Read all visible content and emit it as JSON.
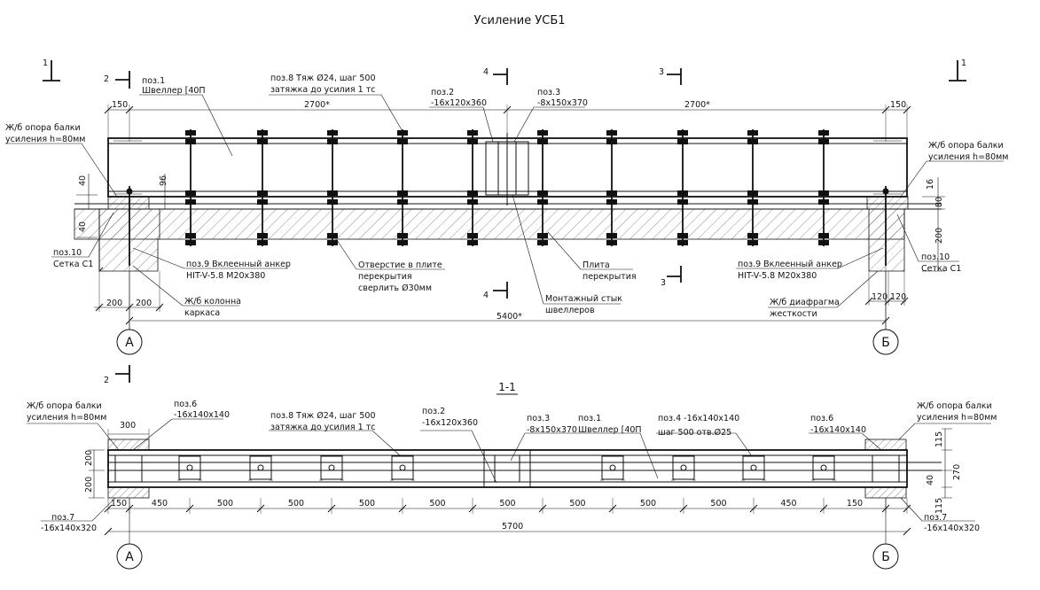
{
  "title": "Усиление УСБ1",
  "elevation": {
    "section_mark_1_left": "1",
    "section_mark_1_right": "1",
    "section_mark_2_top": "2",
    "section_mark_2_bottom": "2",
    "section_mark_3_top": "3",
    "section_mark_3_bottom": "3",
    "section_mark_4_top": "4",
    "section_mark_4_bottom": "4",
    "labels": {
      "pos1_a": "поз.1",
      "pos1_b": "Швеллер [40П",
      "pos8_a": "поз.8 Тяж Ø24, шаг 500",
      "pos8_b": "затяжка до усилия 1 тс",
      "pos2_a": "поз.2",
      "pos2_b": "-16х120х360",
      "pos3_a": "поз.3",
      "pos3_b": "-8х150х370",
      "support_left_a": "Ж/б опора балки",
      "support_left_b": "усиления h=80мм",
      "support_right_a": "Ж/б опора балки",
      "support_right_b": "усиления h=80мм",
      "pos10_left_a": "поз.10",
      "pos10_left_b": "Сетка С1",
      "pos10_right_a": "поз.10",
      "pos10_right_b": "Сетка С1",
      "pos9_left_a": "поз.9 Вклеенный анкер",
      "pos9_left_b": "HIT-V-5.8 M20х380",
      "pos9_right_a": "поз.9 Вклеенный анкер",
      "pos9_right_b": "HIT-V-5.8 M20х380",
      "hole_a": "Отверстие в плите",
      "hole_b": "перекрытия",
      "hole_c": "сверлить Ø30мм",
      "slab_a": "Плита",
      "slab_b": "перекрытия",
      "joint_a": "Монтажный стык",
      "joint_b": "швеллеров",
      "column_a": "Ж/б колонна",
      "column_b": "каркаса",
      "diaphragm_a": "Ж/б диафрагма",
      "diaphragm_b": "жесткости"
    },
    "dims": {
      "d150_left": "150",
      "d2700_left": "2700*",
      "d2700_right": "2700*",
      "d150_right": "150",
      "d40_a": "40",
      "d40_b": "40",
      "d96": "96",
      "d16": "16",
      "d80": "80",
      "d200_right": "200",
      "d200_a": "200",
      "d200_b": "200",
      "d120_a": "120",
      "d120_b": "120",
      "d5400": "5400*"
    },
    "axis_a": "А",
    "axis_b": "Б"
  },
  "section": {
    "title": "1-1",
    "labels": {
      "support_left_a": "Ж/б опора балки",
      "support_left_b": "усиления h=80мм",
      "support_right_a": "Ж/б опора балки",
      "support_right_b": "усиления h=80мм",
      "pos6_left_a": "поз.6",
      "pos6_left_b": "-16х140х140",
      "pos6_right_a": "поз.6",
      "pos6_right_b": "-16х140х140",
      "pos8_a": "поз.8 Тяж Ø24, шаг 500",
      "pos8_b": "затяжка до усилия 1 тс",
      "pos2_a": "поз.2",
      "pos2_b": "-16х120х360",
      "pos3_a": "поз.3",
      "pos3_b": "-8х150х370",
      "pos1_a": "поз.1",
      "pos1_b": "Швеллер [40П",
      "pos4_a": "поз.4 -16х140х140",
      "pos4_b": "шаг 500 отв.Ø25",
      "pos7_left_a": "поз.7",
      "pos7_left_b": "-16х140х320",
      "pos7_right_a": "поз.7",
      "pos7_right_b": "-16х140х320"
    },
    "dims_bottom": [
      "150",
      "450",
      "500",
      "500",
      "500",
      "500",
      "500",
      "500",
      "500",
      "500",
      "450",
      "150"
    ],
    "dims": {
      "d300": "300",
      "d200_a": "200",
      "d200_b": "200",
      "d115_a": "115",
      "d115_b": "115",
      "d270": "270",
      "d40": "40",
      "d5700": "5700"
    },
    "axis_a": "А",
    "axis_b": "Б"
  }
}
